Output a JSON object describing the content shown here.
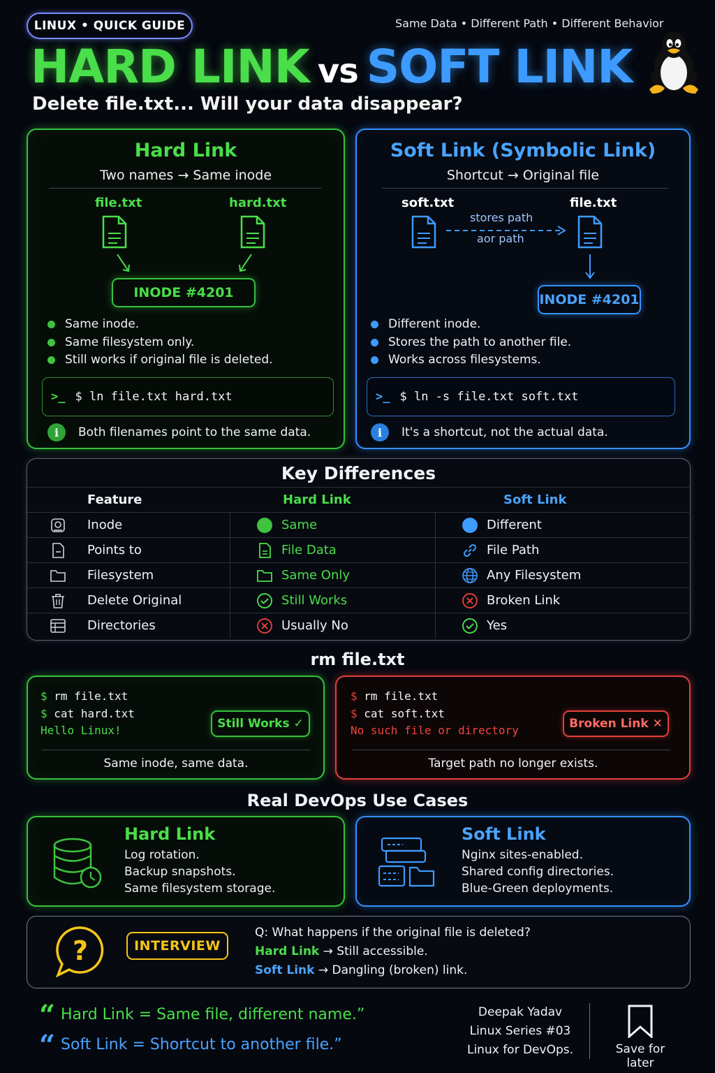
{
  "header": {
    "badge": "LINUX • QUICK GUIDE",
    "tagline": "Same Data • Different Path • Different Behavior",
    "title_hard": "HARD LINK",
    "title_vs": "vs",
    "title_soft": "SOFT LINK",
    "subtitle": "Delete file.txt... Will your data disappear?"
  },
  "hard_card": {
    "title": "Hard Link",
    "subtitle": "Two names → Same inode",
    "file_a": "file.txt",
    "file_b": "hard.txt",
    "inode": "INODE #4201",
    "bullets": [
      "Same inode.",
      "Same filesystem only.",
      "Still works if original file is deleted."
    ],
    "prompt": ">_",
    "command": "$ ln file.txt hard.txt",
    "note": "Both filenames point to the same data."
  },
  "soft_card": {
    "title": "Soft Link (Symbolic Link)",
    "subtitle": "Shortcut → Original file",
    "file_a": "soft.txt",
    "file_b": "file.txt",
    "arrow_label_top": "stores path",
    "arrow_label_bottom": "aor path",
    "inode": "INODE #4201",
    "bullets": [
      "Different inode.",
      "Stores the path to another file.",
      "Works across filesystems."
    ],
    "prompt": ">_",
    "command": "$ ln -s file.txt soft.txt",
    "note": "It's a shortcut, not the actual data."
  },
  "table": {
    "title": "Key Differences",
    "headers": [
      "Feature",
      "Hard Link",
      "Soft Link"
    ],
    "rows": [
      {
        "feature": "Inode",
        "hard": "Same",
        "soft": "Different"
      },
      {
        "feature": "Points to",
        "hard": "File Data",
        "soft": "File Path"
      },
      {
        "feature": "Filesystem",
        "hard": "Same Only",
        "soft": "Any Filesystem"
      },
      {
        "feature": "Delete Original",
        "hard": "Still Works",
        "soft": "Broken Link"
      },
      {
        "feature": "Directories",
        "hard": "Usually No",
        "soft": "Yes"
      }
    ]
  },
  "rm_section": {
    "title": "rm file.txt",
    "hard": {
      "lines": [
        "$ rm file.txt",
        "$ cat hard.txt"
      ],
      "output": "Hello Linux!",
      "badge": "Still Works ✓",
      "caption": "Same inode, same data."
    },
    "soft": {
      "lines": [
        "$ rm file.txt",
        "$ cat soft.txt"
      ],
      "output": "No such file or directory",
      "badge": "Broken Link ✕",
      "caption": "Target path no longer exists."
    }
  },
  "use_cases": {
    "title": "Real DevOps Use Cases",
    "hard": {
      "title": "Hard Link",
      "items": [
        "Log rotation.",
        "Backup snapshots.",
        "Same filesystem storage."
      ]
    },
    "soft": {
      "title": "Soft Link",
      "items": [
        "Nginx sites-enabled.",
        "Shared config directories.",
        "Blue-Green deployments."
      ]
    }
  },
  "interview": {
    "badge": "INTERVIEW",
    "question": "Q: What happens if the original file is deleted?",
    "hard_label": "Hard Link",
    "hard_answer": " → Still accessible.",
    "soft_label": "Soft Link",
    "soft_answer": " → Dangling (broken) link."
  },
  "footer": {
    "quote_hard_label": "Hard Link",
    "quote_hard_text": " = Same file, different name.”",
    "quote_soft_label": "Soft Link",
    "quote_soft_text": " = Shortcut to another file.”",
    "author": "Deepak Yadav",
    "series": "Linux Series #03",
    "course": "Linux for DevOps.",
    "save": "Save for later"
  },
  "colors": {
    "green": "#4ade4a",
    "blue": "#3d9bff",
    "red": "#e2403a",
    "gold": "#f5c518"
  }
}
